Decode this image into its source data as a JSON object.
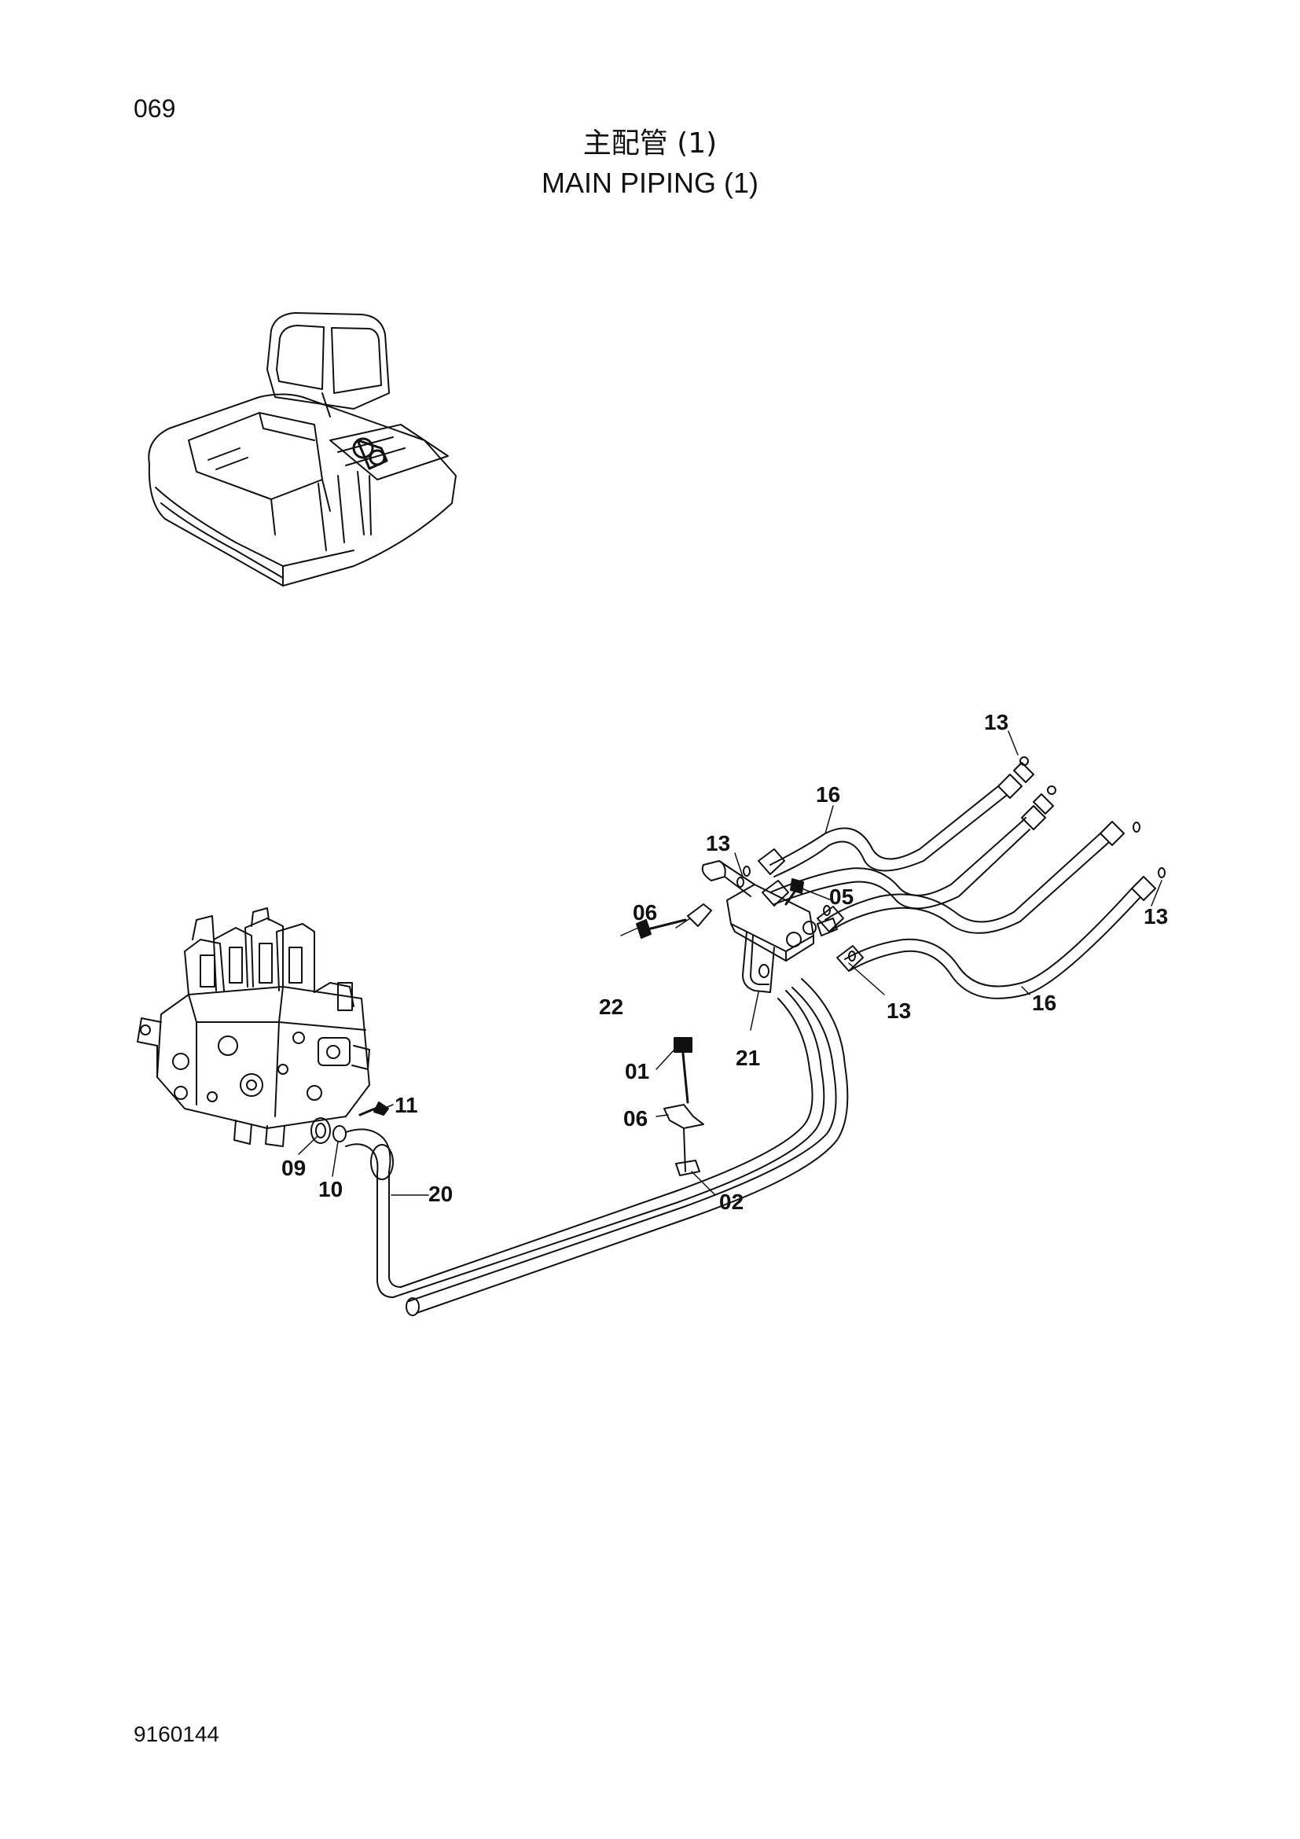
{
  "header": {
    "page_number": "069",
    "title_cn": "主配管 (1)",
    "title_en": "MAIN PIPING (1)"
  },
  "footer": {
    "doc_code": "9160144"
  },
  "callouts": [
    {
      "id": "c13a",
      "label": "13"
    },
    {
      "id": "c16a",
      "label": "16"
    },
    {
      "id": "c13b",
      "label": "13"
    },
    {
      "id": "c06a",
      "label": "06"
    },
    {
      "id": "c05",
      "label": "05"
    },
    {
      "id": "c13c",
      "label": "13"
    },
    {
      "id": "c22",
      "label": "22"
    },
    {
      "id": "c13d",
      "label": "13"
    },
    {
      "id": "c16b",
      "label": "16"
    },
    {
      "id": "c21",
      "label": "21"
    },
    {
      "id": "c01",
      "label": "01"
    },
    {
      "id": "c11",
      "label": "11"
    },
    {
      "id": "c06b",
      "label": "06"
    },
    {
      "id": "c09",
      "label": "09"
    },
    {
      "id": "c10",
      "label": "10"
    },
    {
      "id": "c20",
      "label": "20"
    },
    {
      "id": "c02",
      "label": "02"
    }
  ]
}
